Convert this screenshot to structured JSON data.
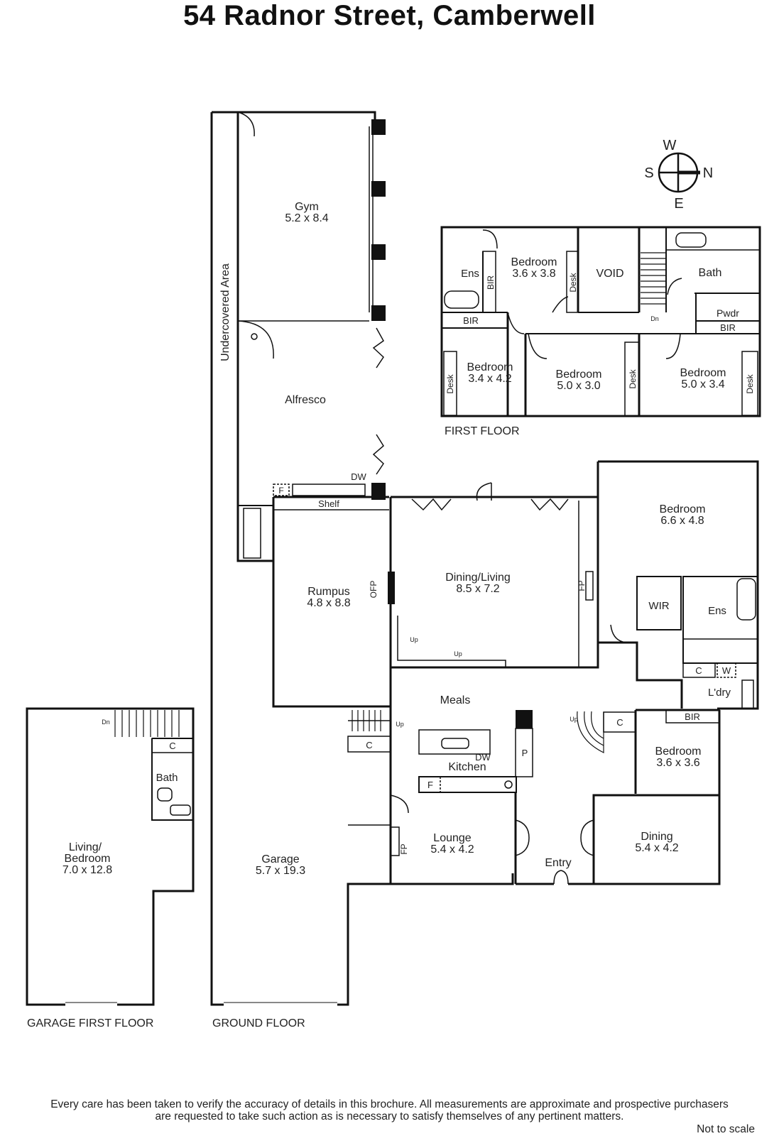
{
  "title": "54 Radnor Street, Camberwell",
  "compass": {
    "w": "W",
    "s": "S",
    "n": "N",
    "e": "E"
  },
  "floors": {
    "first": "FIRST FLOOR",
    "ground": "GROUND FLOOR",
    "garage_first": "GARAGE FIRST FLOOR"
  },
  "rooms": {
    "gym": {
      "name": "Gym",
      "size": "5.2 x 8.4"
    },
    "undercovered": "Undercovered Area",
    "alfresco": "Alfresco",
    "rumpus": {
      "name": "Rumpus",
      "size": "4.8 x 8.8"
    },
    "dining_living": {
      "name": "Dining/Living",
      "size": "8.5 x 7.2"
    },
    "master_bed": {
      "name": "Bedroom",
      "size": "6.6 x 4.8"
    },
    "wir": "WIR",
    "ens_ground": "Ens",
    "ldry": "L'dry",
    "meals": "Meals",
    "kitchen": "Kitchen",
    "bed_ground": {
      "name": "Bedroom",
      "size": "3.6 x 3.6"
    },
    "lounge": {
      "name": "Lounge",
      "size": "5.4 x 4.2"
    },
    "entry": "Entry",
    "dining": {
      "name": "Dining",
      "size": "5.4 x 4.2"
    },
    "garage": {
      "name": "Garage",
      "size": "5.7 x 19.3"
    },
    "living_bed": {
      "line1": "Living/",
      "line2": "Bedroom",
      "size": "7.0 x 12.8"
    },
    "bath_garage": "Bath",
    "ff_bed1": {
      "name": "Bedroom",
      "size": "3.6 x 3.8"
    },
    "ff_void": "VOID",
    "ff_bath": "Bath",
    "ff_ens": "Ens",
    "ff_pwdr": "Pwdr",
    "ff_bed2": {
      "name": "Bedroom",
      "size": "3.4 x 4.2"
    },
    "ff_bed3": {
      "name": "Bedroom",
      "size": "5.0 x 3.0"
    },
    "ff_bed4": {
      "name": "Bedroom",
      "size": "5.0 x 3.4"
    }
  },
  "labels": {
    "bir": "BIR",
    "desk": "Desk",
    "dn": "Dn",
    "up": "Up",
    "c": "C",
    "w": "W",
    "f": "F",
    "p": "P",
    "dw": "DW",
    "shelf": "Shelf",
    "ofp": "OFP",
    "fp": "FP"
  },
  "disclaimer": {
    "line1": "Every care has been taken to verify the accuracy of details in this brochure.  All measurements are approximate and prospective purchasers",
    "line2": "are requested to take such action as is necessary to satisfy themselves of any pertinent matters."
  },
  "not_to_scale": "Not to scale"
}
